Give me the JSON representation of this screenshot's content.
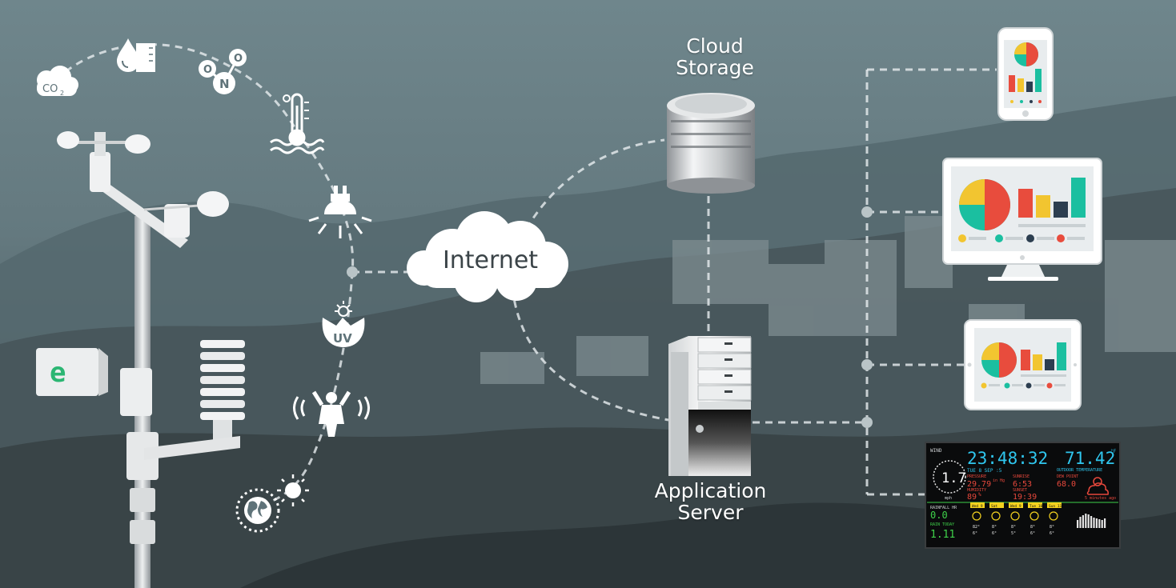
{
  "labels": {
    "cloud_storage": [
      "Cloud",
      "Storage"
    ],
    "internet": "Internet",
    "application_server": [
      "Application",
      "Server"
    ]
  },
  "sensors": {
    "co2": {
      "text": "CO",
      "subscript": "2"
    },
    "no2": {
      "n": "N",
      "o1": "O",
      "o2": "O"
    },
    "uv": "UV"
  },
  "weather_console": {
    "wind_label": "WIND",
    "wind_speed": "1.7",
    "wind_unit": "mph",
    "time": "23:48:32",
    "date": "TUE 8 SEP  :5",
    "temperature": "71.42",
    "temperature_unit": "°F",
    "temperature_label": "OUTDOOR TEMPERATURE",
    "pressure_label": "PRESSURE",
    "pressure": "29.79",
    "pressure_unit": "in Hg",
    "humidity_label": "HUMIDITY",
    "humidity": "89",
    "humidity_unit": "%",
    "sunrise_label": "SUNRISE",
    "sunrise": "6:53",
    "sunset_label": "SUNSET",
    "sunset": "19:39",
    "dewpoint_label": "DEW POINT",
    "dewpoint": "68.0",
    "forecast_note": "5 minutes ago",
    "rainfall_label": "RAINFALL HR",
    "rainfall": "0.0",
    "rain_today_label": "RAIN TODAY",
    "rain_today": "1.11",
    "forecast_days": [
      "Wed 9",
      "Sat",
      "Wed 9",
      "Tue 10",
      "Sun 11"
    ],
    "forecast_highs": [
      "82°",
      "8°",
      "8°",
      "8°",
      "8°"
    ],
    "forecast_lows": [
      "6°",
      "6°",
      "5°",
      "6°",
      "6°"
    ]
  },
  "colors": {
    "accent_teal": "#1bbfa0",
    "accent_yellow": "#f2c530",
    "accent_red": "#e84c3d",
    "accent_navy": "#2c3e50",
    "console_cyan": "#2fc6ee",
    "console_red": "#e8483c",
    "console_green": "#3fd14a",
    "console_yellow": "#f4d21f"
  }
}
